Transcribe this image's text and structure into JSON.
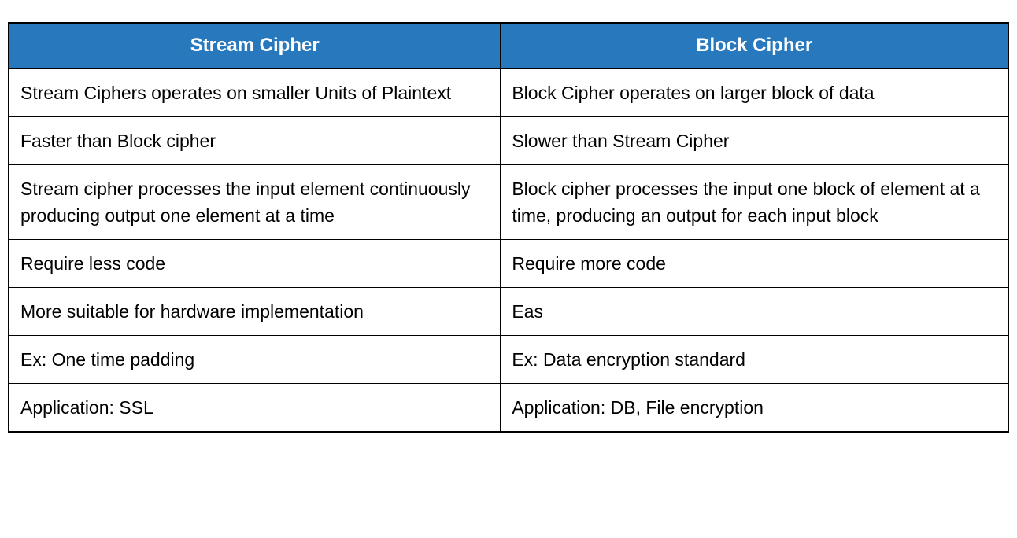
{
  "colors": {
    "header_bg": "#2878BE",
    "header_text": "#FFFFFF",
    "border": "#000000"
  },
  "table": {
    "headers": [
      {
        "label": "Stream Cipher"
      },
      {
        "label": "Block Cipher"
      }
    ],
    "rows": [
      {
        "left": "Stream Ciphers operates on smaller Units of Plaintext",
        "right": "Block Cipher operates on larger block of data"
      },
      {
        "left": "Faster than Block cipher",
        "right": "Slower than Stream Cipher"
      },
      {
        "left": "Stream cipher processes the input element continuously producing output one element at a time",
        "right": "Block cipher processes the input one block of element at a time, producing an output for each input block"
      },
      {
        "left": "Require less code",
        "right": "Require more code"
      },
      {
        "left": "More suitable for hardware implementation",
        "right": "Eas"
      },
      {
        "left": "Ex: One time padding",
        "right": "Ex: Data encryption standard"
      },
      {
        "left": "Application: SSL",
        "right": "Application: DB, File encryption"
      }
    ]
  }
}
